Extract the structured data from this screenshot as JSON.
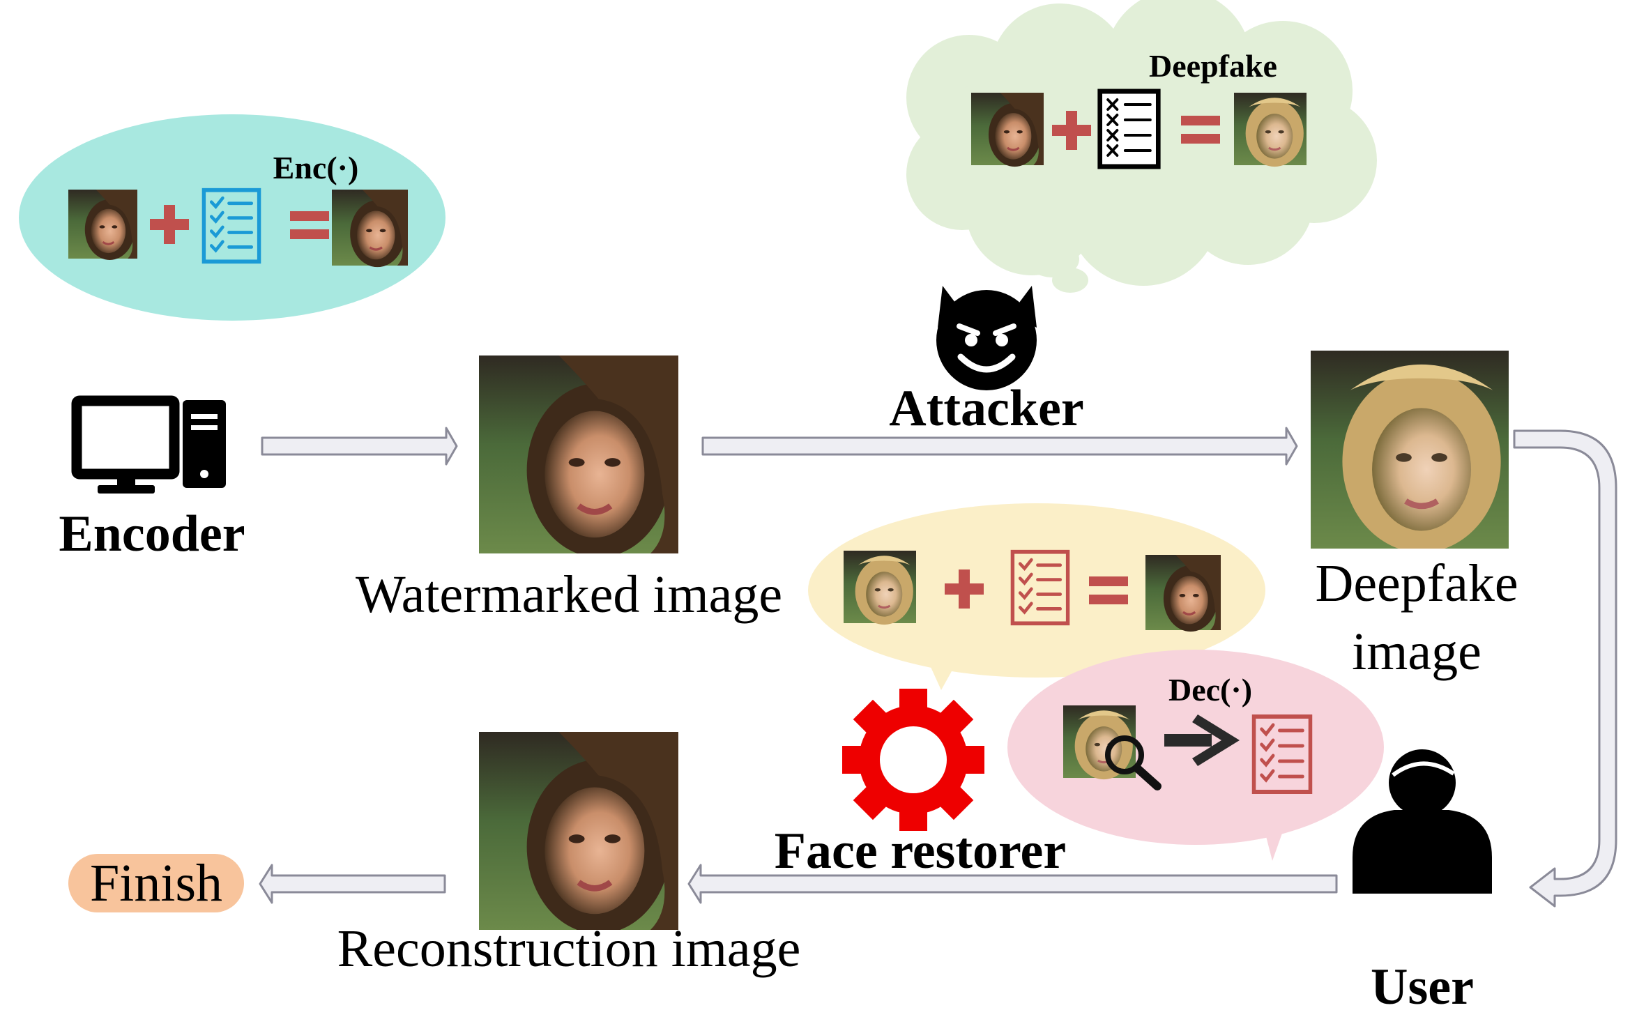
{
  "labels": {
    "encoder": "Encoder",
    "watermarked_image": "Watermarked image",
    "attacker": "Attacker",
    "deepfake_line1": "Deepfake",
    "deepfake_line2": "image",
    "face_restorer": "Face restorer",
    "reconstruction_image": "Reconstruction image",
    "finish": "Finish",
    "user": "User"
  },
  "bubbles": {
    "encoder_formula": "Enc(·)",
    "deepfake_formula": "Deepfake",
    "decoder_formula": "Dec(·)"
  },
  "colors": {
    "encoder_bubble": "#a8e8e0",
    "attacker_cloud": "#e2efd8",
    "restorer_bubble": "#fbefc8",
    "decoder_bubble": "#f7d4dc",
    "finish_badge": "#f8c49c",
    "plus_equals": "#c0504d",
    "checklist_blue": "#1a9ad6",
    "checklist_red": "#c0504d",
    "gear_red": "#ee0000",
    "arrow_fill": "#eeeef3",
    "arrow_stroke": "#8a8a98"
  }
}
